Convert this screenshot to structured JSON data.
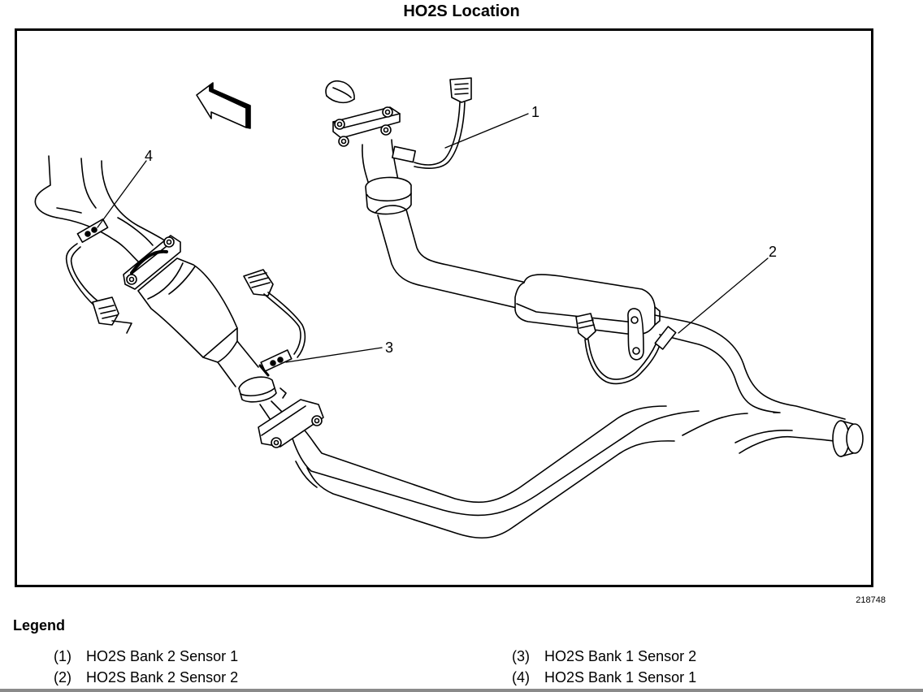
{
  "title": "HO2S Location",
  "figure_id": "218748",
  "direction_arrow": {
    "icon": "front-direction-arrow-icon",
    "meaning": "front of vehicle"
  },
  "callouts": [
    {
      "number": "1"
    },
    {
      "number": "2"
    },
    {
      "number": "3"
    },
    {
      "number": "4"
    }
  ],
  "legend": {
    "title": "Legend",
    "items": [
      {
        "number": "(1)",
        "label": "HO2S Bank 2 Sensor 1"
      },
      {
        "number": "(2)",
        "label": "HO2S Bank 2 Sensor 2"
      },
      {
        "number": "(3)",
        "label": "HO2S Bank 1 Sensor 2"
      },
      {
        "number": "(4)",
        "label": "HO2S Bank 1 Sensor 1"
      }
    ]
  }
}
